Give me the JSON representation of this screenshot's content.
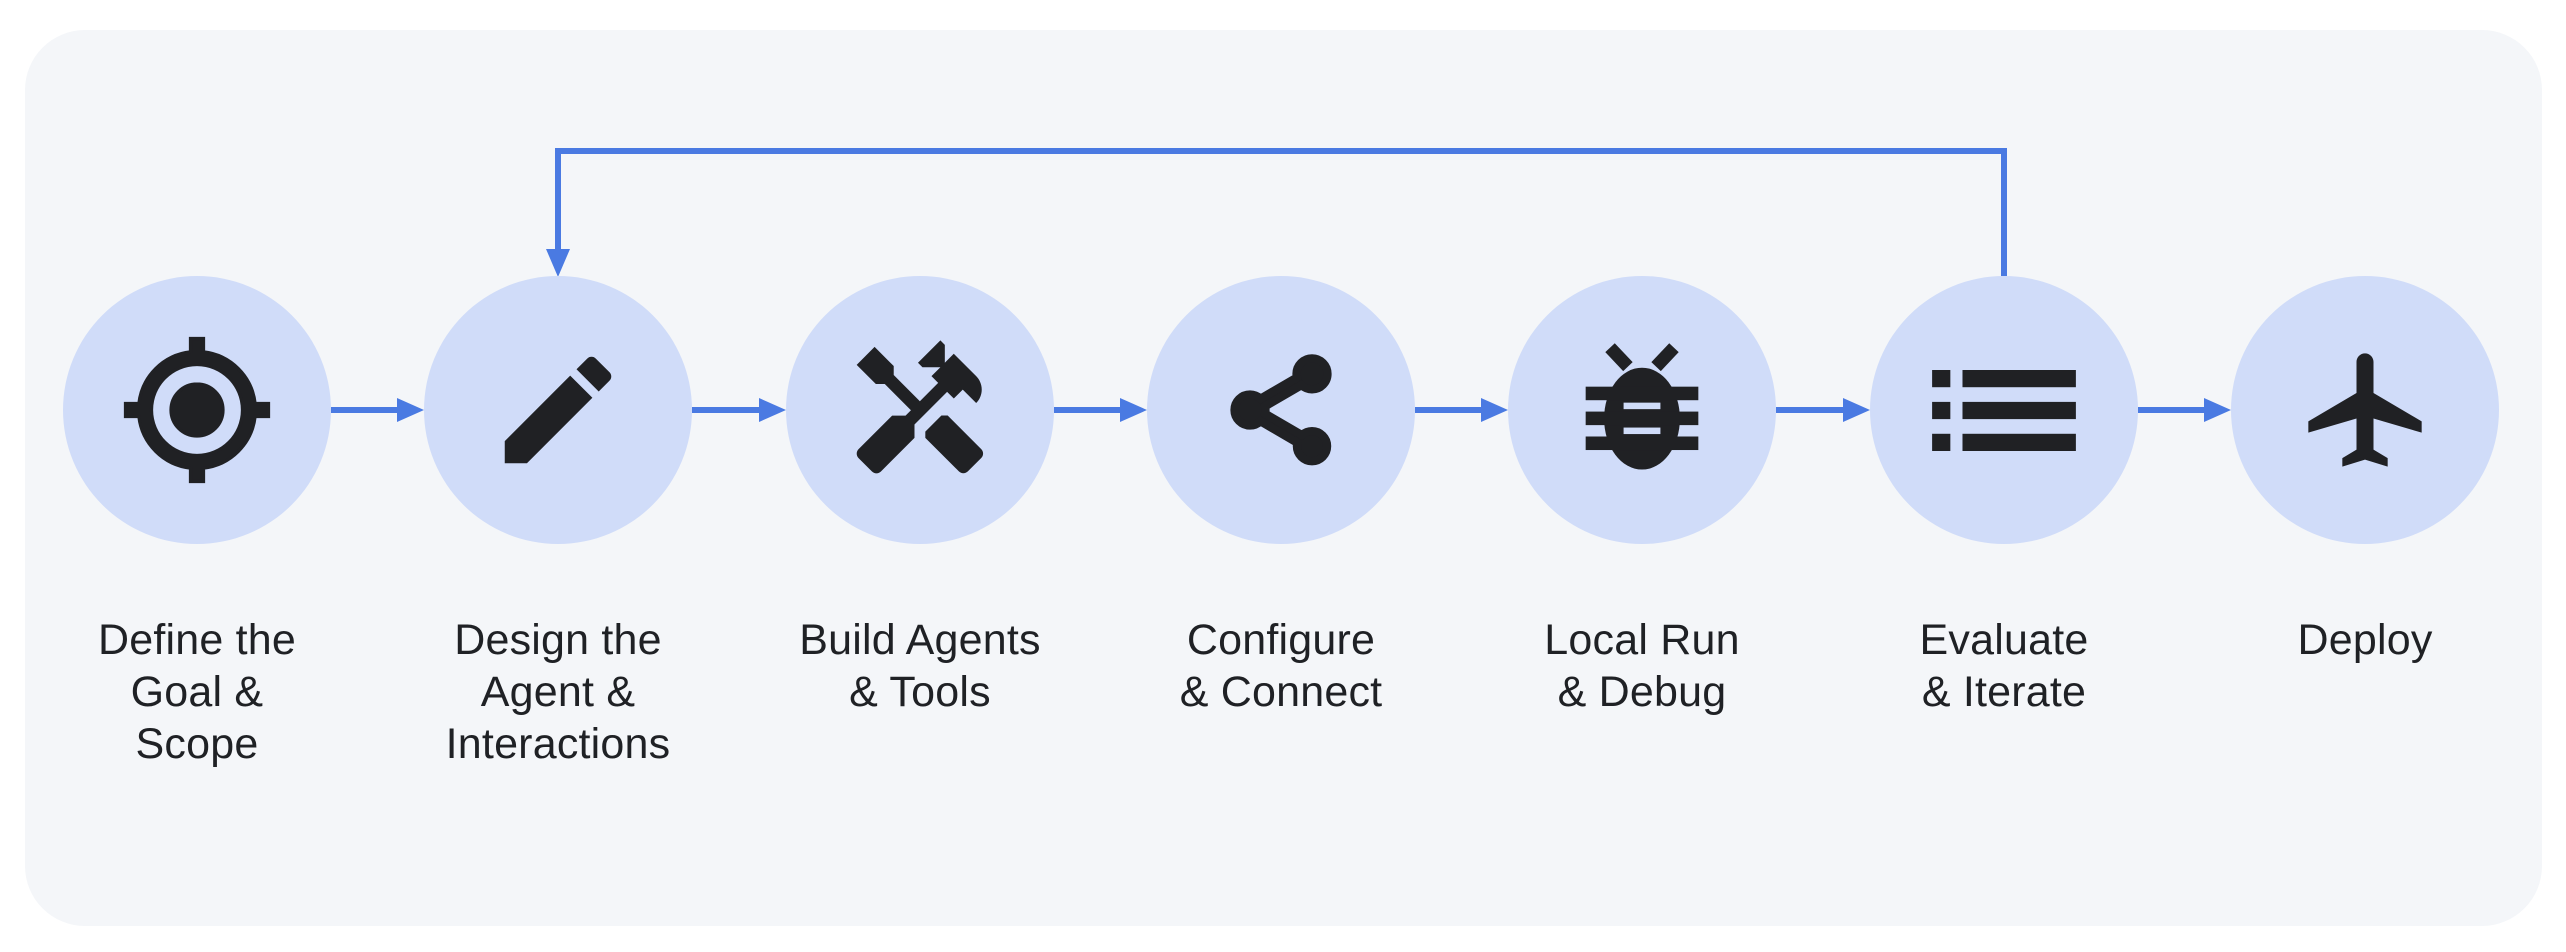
{
  "diagram": {
    "type": "flowchart",
    "direction": "left-to-right",
    "node_count": 7
  },
  "steps": [
    {
      "label": "Define the\nGoal &\nScope",
      "icon": "target-icon"
    },
    {
      "label": "Design the\nAgent &\nInteractions",
      "icon": "pencil-icon"
    },
    {
      "label": "Build Agents\n& Tools",
      "icon": "hammer-wrench-icon"
    },
    {
      "label": "Configure\n& Connect",
      "icon": "share-icon"
    },
    {
      "label": "Local Run\n& Debug",
      "icon": "bug-icon"
    },
    {
      "label": "Evaluate\n& Iterate",
      "icon": "list-icon"
    },
    {
      "label": "Deploy",
      "icon": "airplane-icon"
    }
  ],
  "flow": {
    "forward_edges": [
      [
        1,
        2
      ],
      [
        2,
        3
      ],
      [
        3,
        4
      ],
      [
        4,
        5
      ],
      [
        5,
        6
      ],
      [
        6,
        7
      ]
    ],
    "feedback_edge": {
      "from_step": 6,
      "to_step": 2
    }
  },
  "colors": {
    "page_background": "#ffffff",
    "card_background": "#f4f6f9",
    "node_fill": "#d0dcf9",
    "icon": "#202124",
    "arrow": "#4a7ae2",
    "label_text": "#1f2125"
  }
}
